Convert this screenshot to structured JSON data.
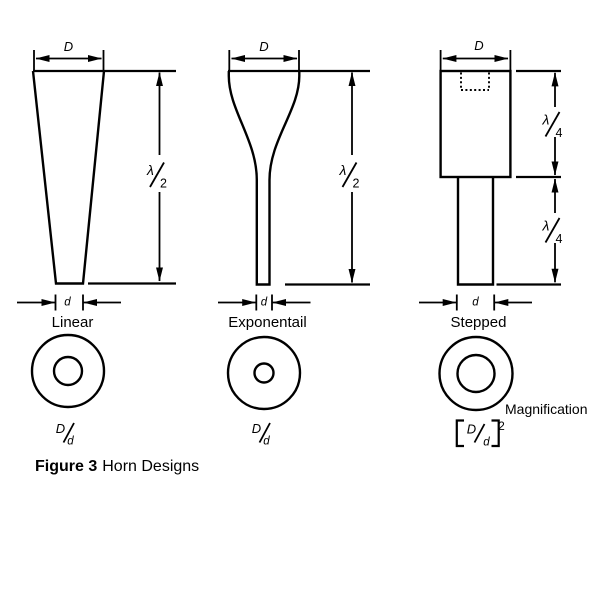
{
  "figure": {
    "caption_bold": "Figure 3",
    "caption_rest": "Horn Designs"
  },
  "symbols": {
    "large_diameter": "D",
    "small_diameter": "d",
    "lambda": "λ",
    "half_denominator": "2",
    "quarter_denominator": "4",
    "exponent": "2"
  },
  "horns": [
    {
      "name": "Linear",
      "top_dimension": "D",
      "bottom_dimension": "d",
      "length": "λ/2",
      "magnification": "D/d"
    },
    {
      "name": "Exponentail",
      "top_dimension": "D",
      "bottom_dimension": "d",
      "length": "λ/2",
      "magnification": "D/d"
    },
    {
      "name": "Stepped",
      "top_dimension": "D",
      "bottom_dimension": "d",
      "upper_length": "λ/4",
      "lower_length": "λ/4",
      "magnification": "[D/d]²"
    }
  ],
  "magnification_label": "Magnification",
  "colors": {
    "line": "#000000",
    "background": "#ffffff"
  }
}
